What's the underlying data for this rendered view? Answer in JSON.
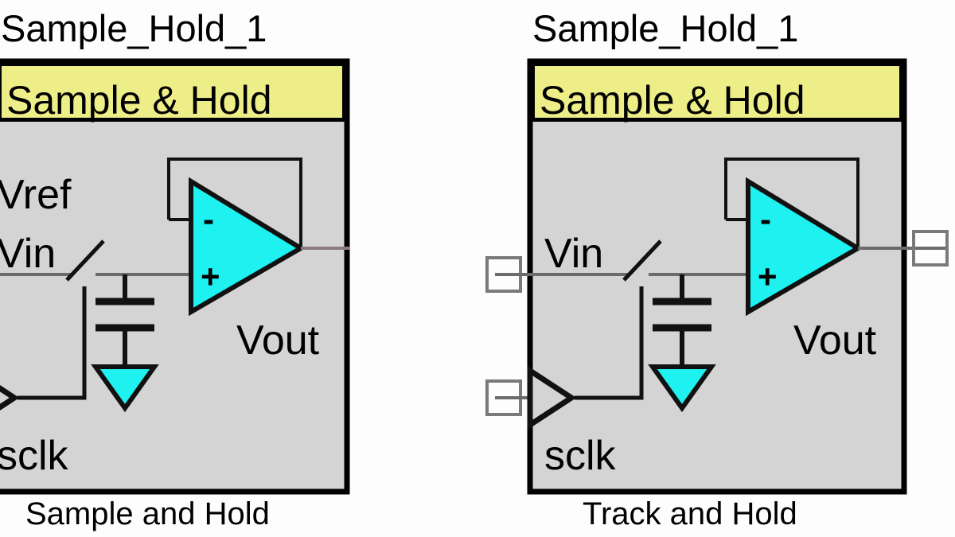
{
  "page": {
    "background_color": "#fdfdfd",
    "figure_kind": "schematic-symbol-comparison"
  },
  "palette": {
    "title_bar_yellow": "#eeee88",
    "body_gray": "#d4d4d4",
    "opamp_cyan": "#1ff0f0",
    "ground_cyan": "#1ff0f0",
    "outline_black": "#000000",
    "wire_gray": "#6b6b6b",
    "port_gray": "#7a7a7a",
    "text_black": "#101010"
  },
  "blocks": [
    {
      "id": "left",
      "instance_name": "Sample_Hold_1",
      "header_label": "Sample & Hold",
      "caption": "Sample and Hold",
      "cropped_at_left_edge": true,
      "pins": [
        {
          "name": "Vref",
          "side": "left",
          "kind": "input"
        },
        {
          "name": "Vin",
          "side": "left",
          "kind": "input"
        },
        {
          "name": "sclk",
          "side": "left",
          "kind": "clock-input"
        },
        {
          "name": "Vout",
          "side": "right",
          "kind": "output"
        }
      ],
      "internals": [
        "series-switch",
        "hold-capacitor",
        "ground-symbol",
        "unity-gain-opamp-buffer",
        "feedback-wire",
        "clock-buffer-triangle"
      ],
      "opamp_terminals": [
        "-",
        "+"
      ]
    },
    {
      "id": "right",
      "instance_name": "Sample_Hold_1",
      "header_label": "Sample & Hold",
      "caption": "Track and Hold",
      "cropped_at_left_edge": false,
      "pins": [
        {
          "name": "Vin",
          "side": "left",
          "kind": "input"
        },
        {
          "name": "sclk",
          "side": "left",
          "kind": "clock-input"
        },
        {
          "name": "Vout",
          "side": "right",
          "kind": "output"
        }
      ],
      "internals": [
        "series-switch",
        "hold-capacitor",
        "ground-symbol",
        "unity-gain-opamp-buffer",
        "feedback-wire",
        "clock-buffer-triangle"
      ],
      "opamp_terminals": [
        "-",
        "+"
      ]
    }
  ]
}
